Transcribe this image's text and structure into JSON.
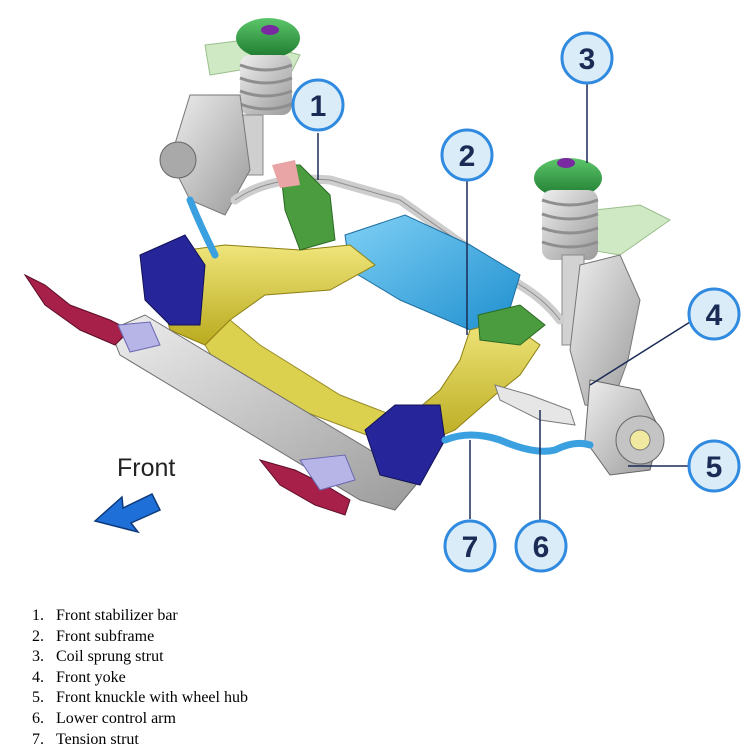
{
  "diagram": {
    "direction_label": "Front",
    "callouts": [
      "1",
      "2",
      "3",
      "4",
      "5",
      "6",
      "7"
    ],
    "colors": {
      "callout_fill": "#d9ecf8",
      "callout_stroke": "#2f8ae0",
      "subframe": "#e0d24a",
      "crossmember": "#3bb1e8",
      "strut_mount": "#2fa043",
      "knuckle": "#c8c8c8",
      "brackets": "#23238f",
      "bumper_arms": "#a8204a",
      "tie_bar": "#3aa0e0",
      "front_arrow": "#1f6fd8"
    }
  },
  "legend": [
    {
      "num": "1.",
      "text": "Front stabilizer bar"
    },
    {
      "num": "2.",
      "text": "Front subframe"
    },
    {
      "num": "3.",
      "text": "Coil sprung strut"
    },
    {
      "num": "4.",
      "text": "Front yoke"
    },
    {
      "num": "5.",
      "text": "Front knuckle with wheel hub"
    },
    {
      "num": "6.",
      "text": "Lower control arm"
    },
    {
      "num": "7.",
      "text": "Tension strut"
    }
  ]
}
